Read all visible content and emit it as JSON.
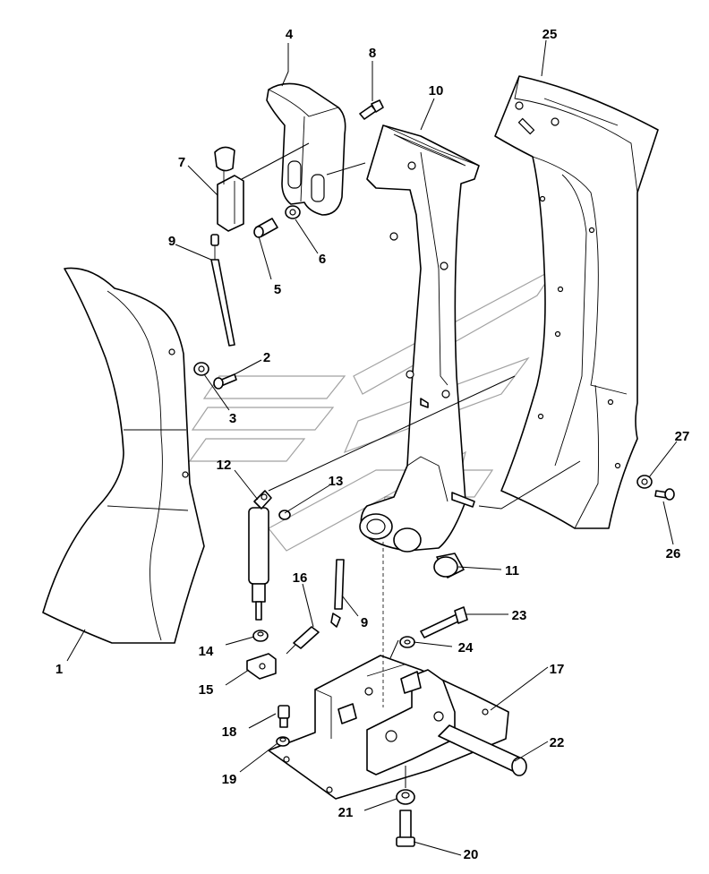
{
  "callouts": {
    "c1": "1",
    "c2": "2",
    "c3": "3",
    "c4": "4",
    "c5": "5",
    "c6": "6",
    "c7": "7",
    "c8": "8",
    "c9a": "9",
    "c9b": "9",
    "c10": "10",
    "c11": "11",
    "c12": "12",
    "c13": "13",
    "c14": "14",
    "c15": "15",
    "c16": "16",
    "c17": "17",
    "c18": "18",
    "c19": "19",
    "c20": "20",
    "c21": "21",
    "c22": "22",
    "c23": "23",
    "c24": "24",
    "c25": "25",
    "c26": "26",
    "c27": "27"
  },
  "watermark": {
    "icon": "company-logo-watermark"
  }
}
